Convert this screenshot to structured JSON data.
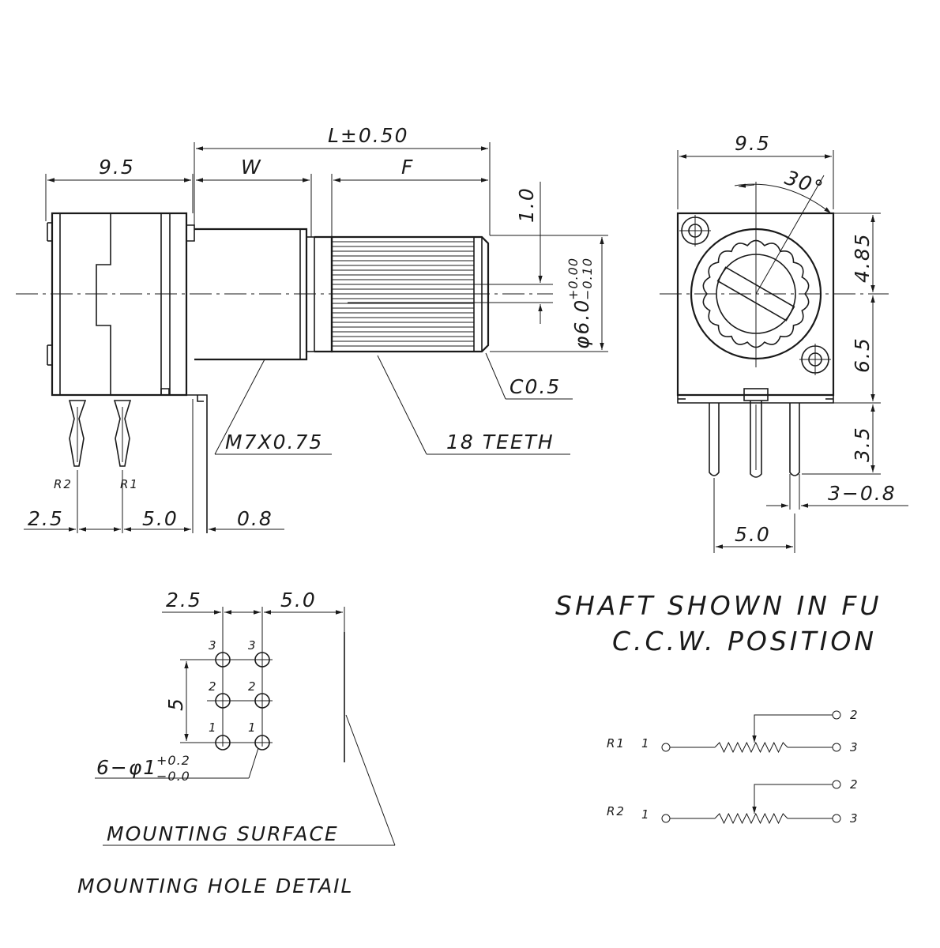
{
  "side_view": {
    "dim_width": "9.5",
    "dim_length": "L±0.50",
    "dim_w": "W",
    "dim_f": "F",
    "dim_flat": "1.0",
    "dim_shaft_dia": "φ6.0",
    "dim_shaft_tol_upper": "+0.00",
    "dim_shaft_tol_lower": "−0.10",
    "thread": "M7X0.75",
    "teeth": "18 TEETH",
    "chamfer": "C0.5",
    "pin_label_r2": "R2",
    "pin_label_r1": "R1",
    "dim_pin_offset": "2.5",
    "dim_pin_pitch": "5.0",
    "dim_bracket": "0.8"
  },
  "front_view": {
    "dim_width": "9.5",
    "angle": "30°",
    "dim_upper": "4.85",
    "dim_lower": "6.5",
    "dim_pin_len": "3.5",
    "dim_bracket": "3−0.8",
    "dim_pin_pitch": "5.0"
  },
  "note": {
    "line1": "SHAFT SHOWN IN FU",
    "line2": "C.C.W. POSITION"
  },
  "hole_detail": {
    "dim_h1": "2.5",
    "dim_h2": "5.0",
    "dim_v": "5",
    "pin_numbers_left": [
      "3",
      "2",
      "1"
    ],
    "pin_numbers_right": [
      "3",
      "2",
      "1"
    ],
    "hole_spec": "6−φ1",
    "hole_tol_upper": "+0.2",
    "hole_tol_lower": "−0.0",
    "surface_label": "MOUNTING SURFACE",
    "title": "MOUNTING HOLE DETAIL"
  },
  "schematic": {
    "r1": {
      "label": "R1",
      "pin_1": "1",
      "pin_2": "2",
      "pin_3": "3"
    },
    "r2": {
      "label": "R2",
      "pin_1": "1",
      "pin_2": "2",
      "pin_3": "3"
    }
  }
}
